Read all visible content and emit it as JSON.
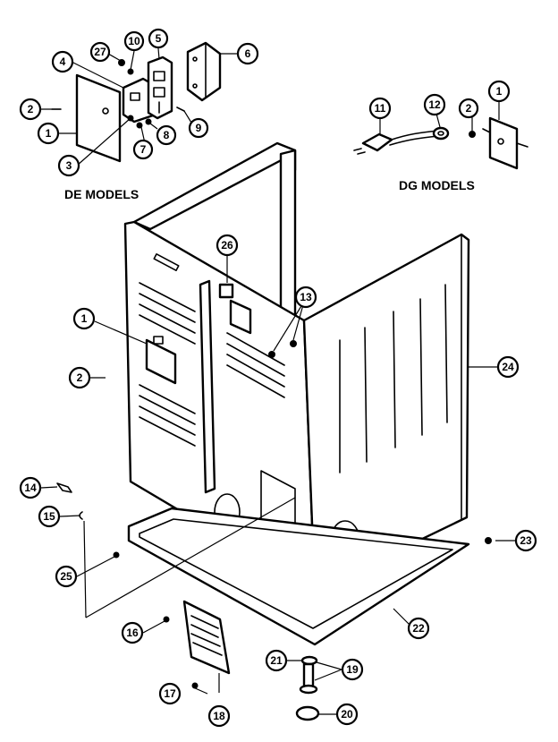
{
  "labels": {
    "de_models": "DE MODELS",
    "dg_models": "DG MODELS"
  },
  "callouts": [
    {
      "id": "c27",
      "text": "27"
    },
    {
      "id": "c10",
      "text": "10"
    },
    {
      "id": "c5",
      "text": "5"
    },
    {
      "id": "c6",
      "text": "6"
    },
    {
      "id": "c4",
      "text": "4"
    },
    {
      "id": "c2a",
      "text": "2"
    },
    {
      "id": "c1a",
      "text": "1"
    },
    {
      "id": "c3",
      "text": "3"
    },
    {
      "id": "c7",
      "text": "7"
    },
    {
      "id": "c8",
      "text": "8"
    },
    {
      "id": "c9",
      "text": "9"
    },
    {
      "id": "c11",
      "text": "11"
    },
    {
      "id": "c12",
      "text": "12"
    },
    {
      "id": "c2b",
      "text": "2"
    },
    {
      "id": "c1b",
      "text": "1"
    },
    {
      "id": "c26",
      "text": "26"
    },
    {
      "id": "c13",
      "text": "13"
    },
    {
      "id": "c1c",
      "text": "1"
    },
    {
      "id": "c2c",
      "text": "2"
    },
    {
      "id": "c24",
      "text": "24"
    },
    {
      "id": "c14",
      "text": "14"
    },
    {
      "id": "c15",
      "text": "15"
    },
    {
      "id": "c25",
      "text": "25"
    },
    {
      "id": "c23",
      "text": "23"
    },
    {
      "id": "c22",
      "text": "22"
    },
    {
      "id": "c16",
      "text": "16"
    },
    {
      "id": "c21",
      "text": "21"
    },
    {
      "id": "c19",
      "text": "19"
    },
    {
      "id": "c17",
      "text": "17"
    },
    {
      "id": "c20",
      "text": "20"
    },
    {
      "id": "c18",
      "text": "18"
    }
  ]
}
